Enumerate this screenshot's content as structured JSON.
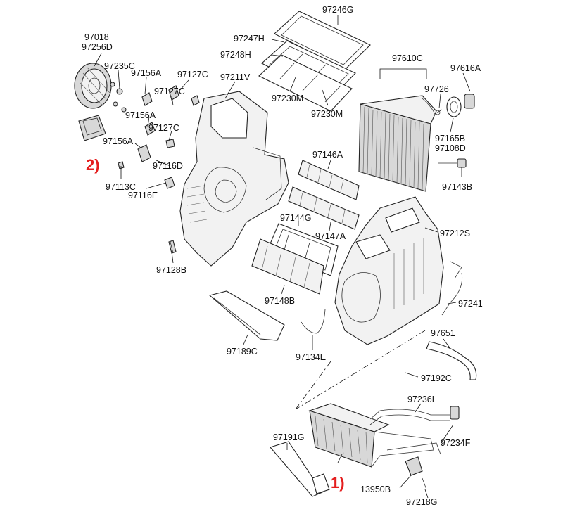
{
  "labels": {
    "p97246G": "97246G",
    "p97247H": "97247H",
    "p97248H": "97248H",
    "p97230M_a": "97230M",
    "p97230M_b": "97230M",
    "p97610C": "97610C",
    "p97616A": "97616A",
    "p97726": "97726",
    "p97165B": "97165B",
    "p97108D": "97108D",
    "p97143B": "97143B",
    "p97018": "97018",
    "p97256D": "97256D",
    "p97235C": "97235C",
    "p97156A_1": "97156A",
    "p97156A_2": "97156A",
    "p97156A_3": "97156A",
    "p97127C_1": "97127C",
    "p97127C_2": "97127C",
    "p97127C_3": "97127C",
    "p97211V": "97211V",
    "p97116D": "97116D",
    "p97113C": "97113C",
    "p97116E": "97116E",
    "p97128B": "97128B",
    "p97146A": "97146A",
    "p97144G": "97144G",
    "p97147A": "97147A",
    "p97148B": "97148B",
    "p97212S": "97212S",
    "p97241": "97241",
    "p97651": "97651",
    "p97189C": "97189C",
    "p97134E": "97134E",
    "p97192C": "97192C",
    "p97236L": "97236L",
    "p97234F": "97234F",
    "p97191G": "97191G",
    "p13950B": "13950B",
    "p97218G": "97218G"
  },
  "callouts": {
    "one": "1)",
    "two": "2)"
  },
  "colors": {
    "callout": "#e41e1e",
    "line": "#222222",
    "part_fill": "#f2f2f2"
  }
}
